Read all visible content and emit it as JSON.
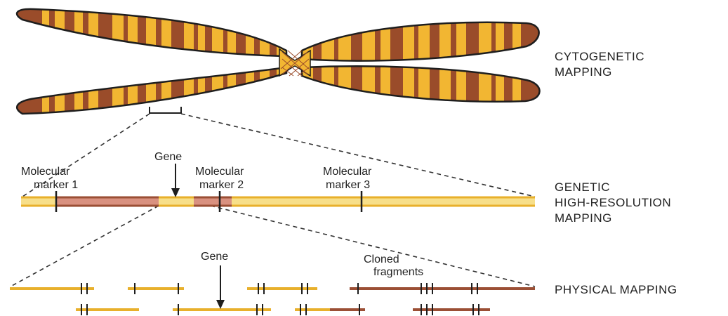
{
  "colors": {
    "chromatid_fill": "#f2b632",
    "band": "#9a4c2a",
    "outline": "#1e1e1e",
    "line_yellow": "#e8b02c",
    "line_brown": "#9b4f35",
    "marked_region": "#d99180",
    "text": "#222222"
  },
  "levels": {
    "cytogenetic": [
      "CYTOGENETIC",
      "MAPPING"
    ],
    "genetic": [
      "GENETIC",
      "HIGH-RESOLUTION",
      "MAPPING"
    ],
    "physical": [
      "PHYSICAL MAPPING"
    ]
  },
  "genetic_map": {
    "markers": [
      {
        "line1": "Molecular",
        "line2": "marker 1"
      },
      {
        "line1": "Molecular",
        "line2": "marker 2"
      },
      {
        "line1": "Molecular",
        "line2": "marker 3"
      }
    ],
    "gene_label": "Gene"
  },
  "physical_map": {
    "gene_label": "Gene",
    "fragments_label": [
      "Cloned",
      "fragments"
    ]
  },
  "icons": [
    "chromosome-illustration",
    "arrow-down-icon"
  ]
}
